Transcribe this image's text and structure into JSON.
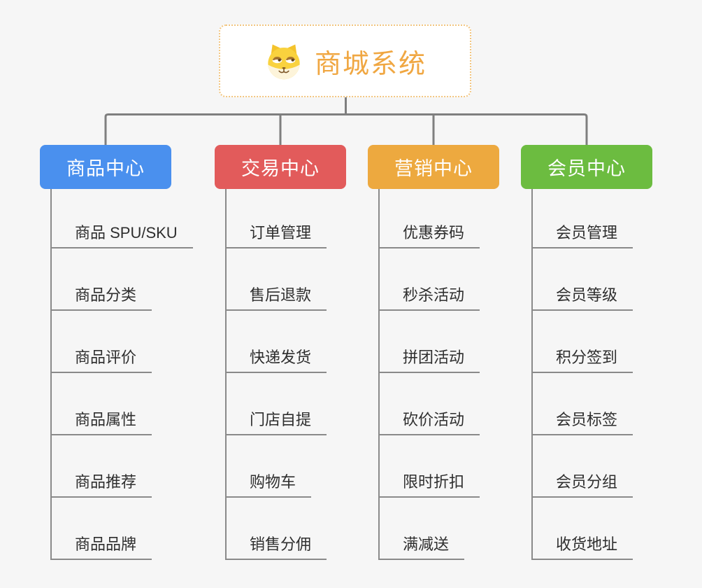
{
  "root": {
    "title": "商城系统",
    "icon": "doge-icon"
  },
  "branches": [
    {
      "label": "商品中心",
      "color": "#4a90ee",
      "children": [
        "商品 SPU/SKU",
        "商品分类",
        "商品评价",
        "商品属性",
        "商品推荐",
        "商品品牌"
      ]
    },
    {
      "label": "交易中心",
      "color": "#e25b5b",
      "children": [
        "订单管理",
        "售后退款",
        "快递发货",
        "门店自提",
        "购物车",
        "销售分佣"
      ]
    },
    {
      "label": "营销中心",
      "color": "#eda93f",
      "children": [
        "优惠券码",
        "秒杀活动",
        "拼团活动",
        "砍价活动",
        "限时折扣",
        "满减送"
      ]
    },
    {
      "label": "会员中心",
      "color": "#6cbc40",
      "children": [
        "会员管理",
        "会员等级",
        "积分签到",
        "会员标签",
        "会员分组",
        "收货地址"
      ]
    }
  ],
  "style": {
    "background": "#f6f6f6",
    "root_text_color": "#f0a742",
    "root_border_color": "#f2c57f",
    "connector_color": "#7f7f7f",
    "leaf_line_color": "#8a8a8a",
    "leaf_text_color": "#2e2e2e"
  }
}
